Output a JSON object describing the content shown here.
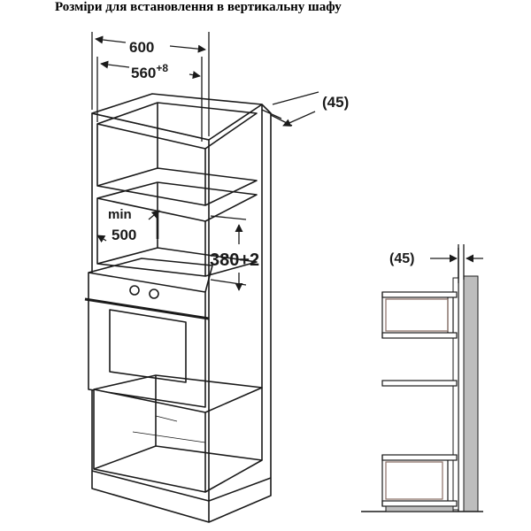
{
  "title": "Розміри для встановлення в вертикальну шафу",
  "dimensions": {
    "width_total": "600",
    "width_niche": "560",
    "width_niche_tolerance": "+8",
    "depth_gap": "(45)",
    "min_label": "min",
    "min_depth": "500",
    "niche_height": "380+2",
    "side_gap": "(45)"
  },
  "colors": {
    "line": "#1a1a1a",
    "wall": "#bdbdbd",
    "shelf": "#8a6f66"
  }
}
